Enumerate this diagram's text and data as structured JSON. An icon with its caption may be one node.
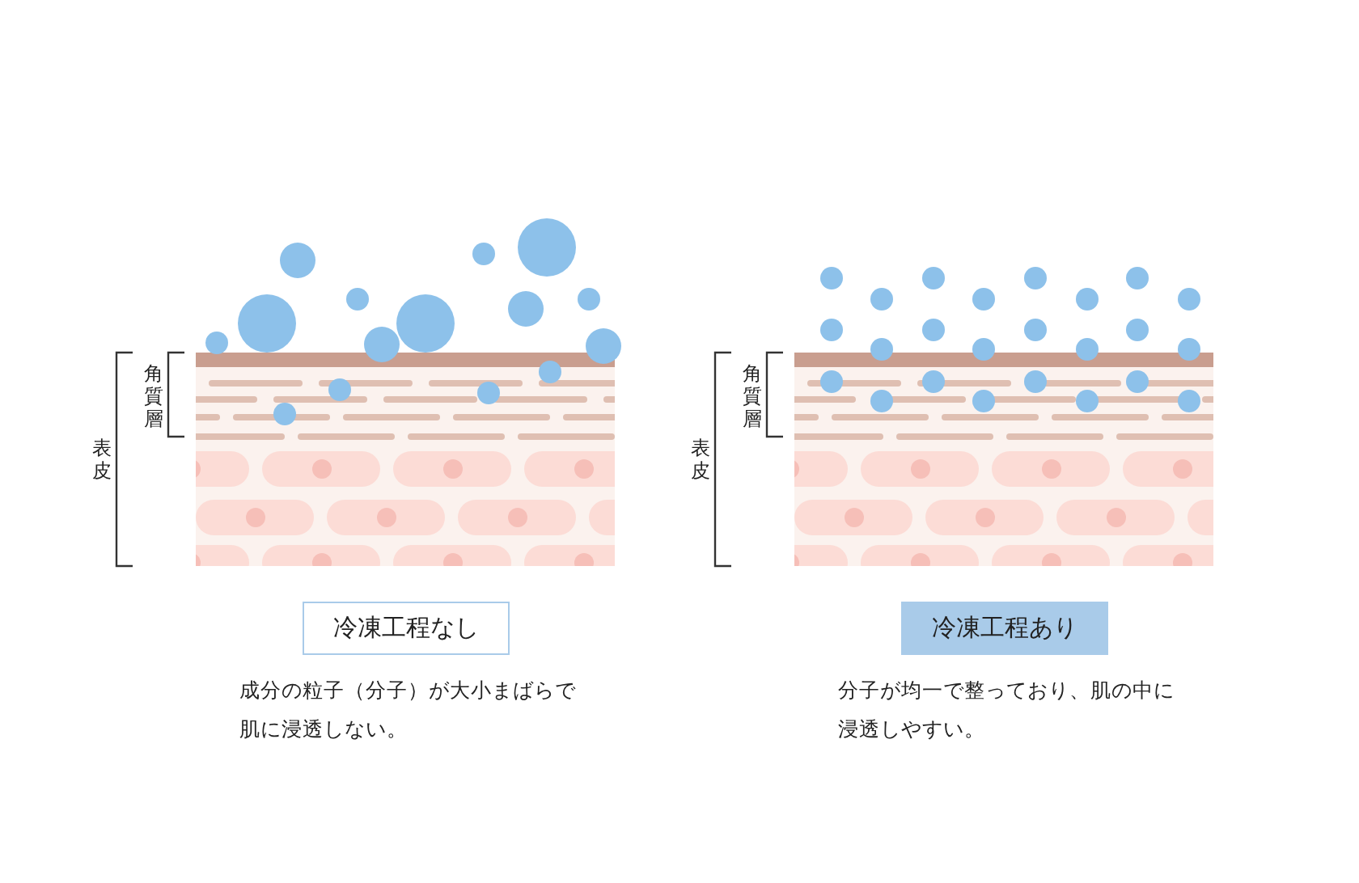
{
  "diagram": {
    "nodes": [
      {
        "text": [
          "冷凍工程なし"
        ]
      },
      {
        "text": [
          "冷凍工程あり"
        ]
      }
    ],
    "labels": [
      "角質層",
      "表皮",
      "成分の粒子（分子）が大小まばらで肌に浸透しない。",
      "角質層",
      "表皮",
      "分子が均一で整っており、肌の中に浸透しやすい。"
    ]
  }
}
